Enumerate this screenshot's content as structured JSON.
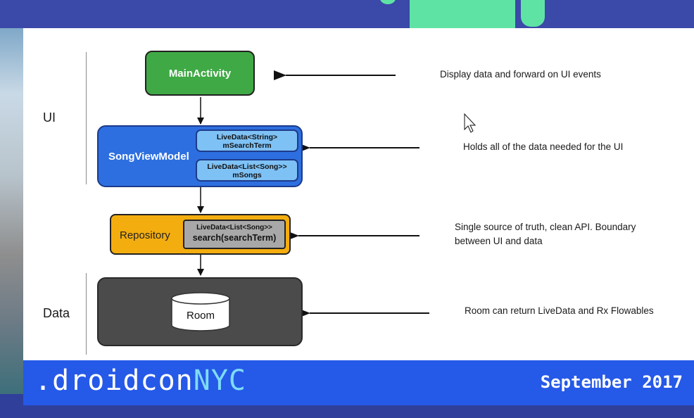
{
  "diagram": {
    "sections": {
      "ui": "UI",
      "data": "Data"
    },
    "main_activity": {
      "label": "MainActivity"
    },
    "view_model": {
      "label": "SongViewModel",
      "field1": {
        "type": "LiveData<String>",
        "name": "mSearchTerm"
      },
      "field2": {
        "type": "LiveData<List<Song>>",
        "name": "mSongs"
      }
    },
    "repository": {
      "label": "Repository",
      "method_type": "LiveData<List<Song>>",
      "method_sig": "search(searchTerm)"
    },
    "room": {
      "label": "Room"
    },
    "descriptions": {
      "main_activity": "Display data and forward on UI events",
      "view_model": "Holds all of the data needed for the UI",
      "repository": [
        "Single source of truth, clean API. Boundary",
        "between UI and data"
      ],
      "room": "Room can return LiveData and Rx Flowables"
    }
  },
  "footer": {
    "brand_prefix": ".droidcon",
    "brand_suffix": "NYC",
    "date": "September 2017"
  },
  "colors": {
    "main_activity": "#3fa945",
    "view_model": "#2d6fe0",
    "pill": "#7ec1f5",
    "repository": "#f4ad0f",
    "data_box": "#4b4b4b",
    "footer": "#2559e8",
    "accent_mint": "#5fe3a4"
  }
}
